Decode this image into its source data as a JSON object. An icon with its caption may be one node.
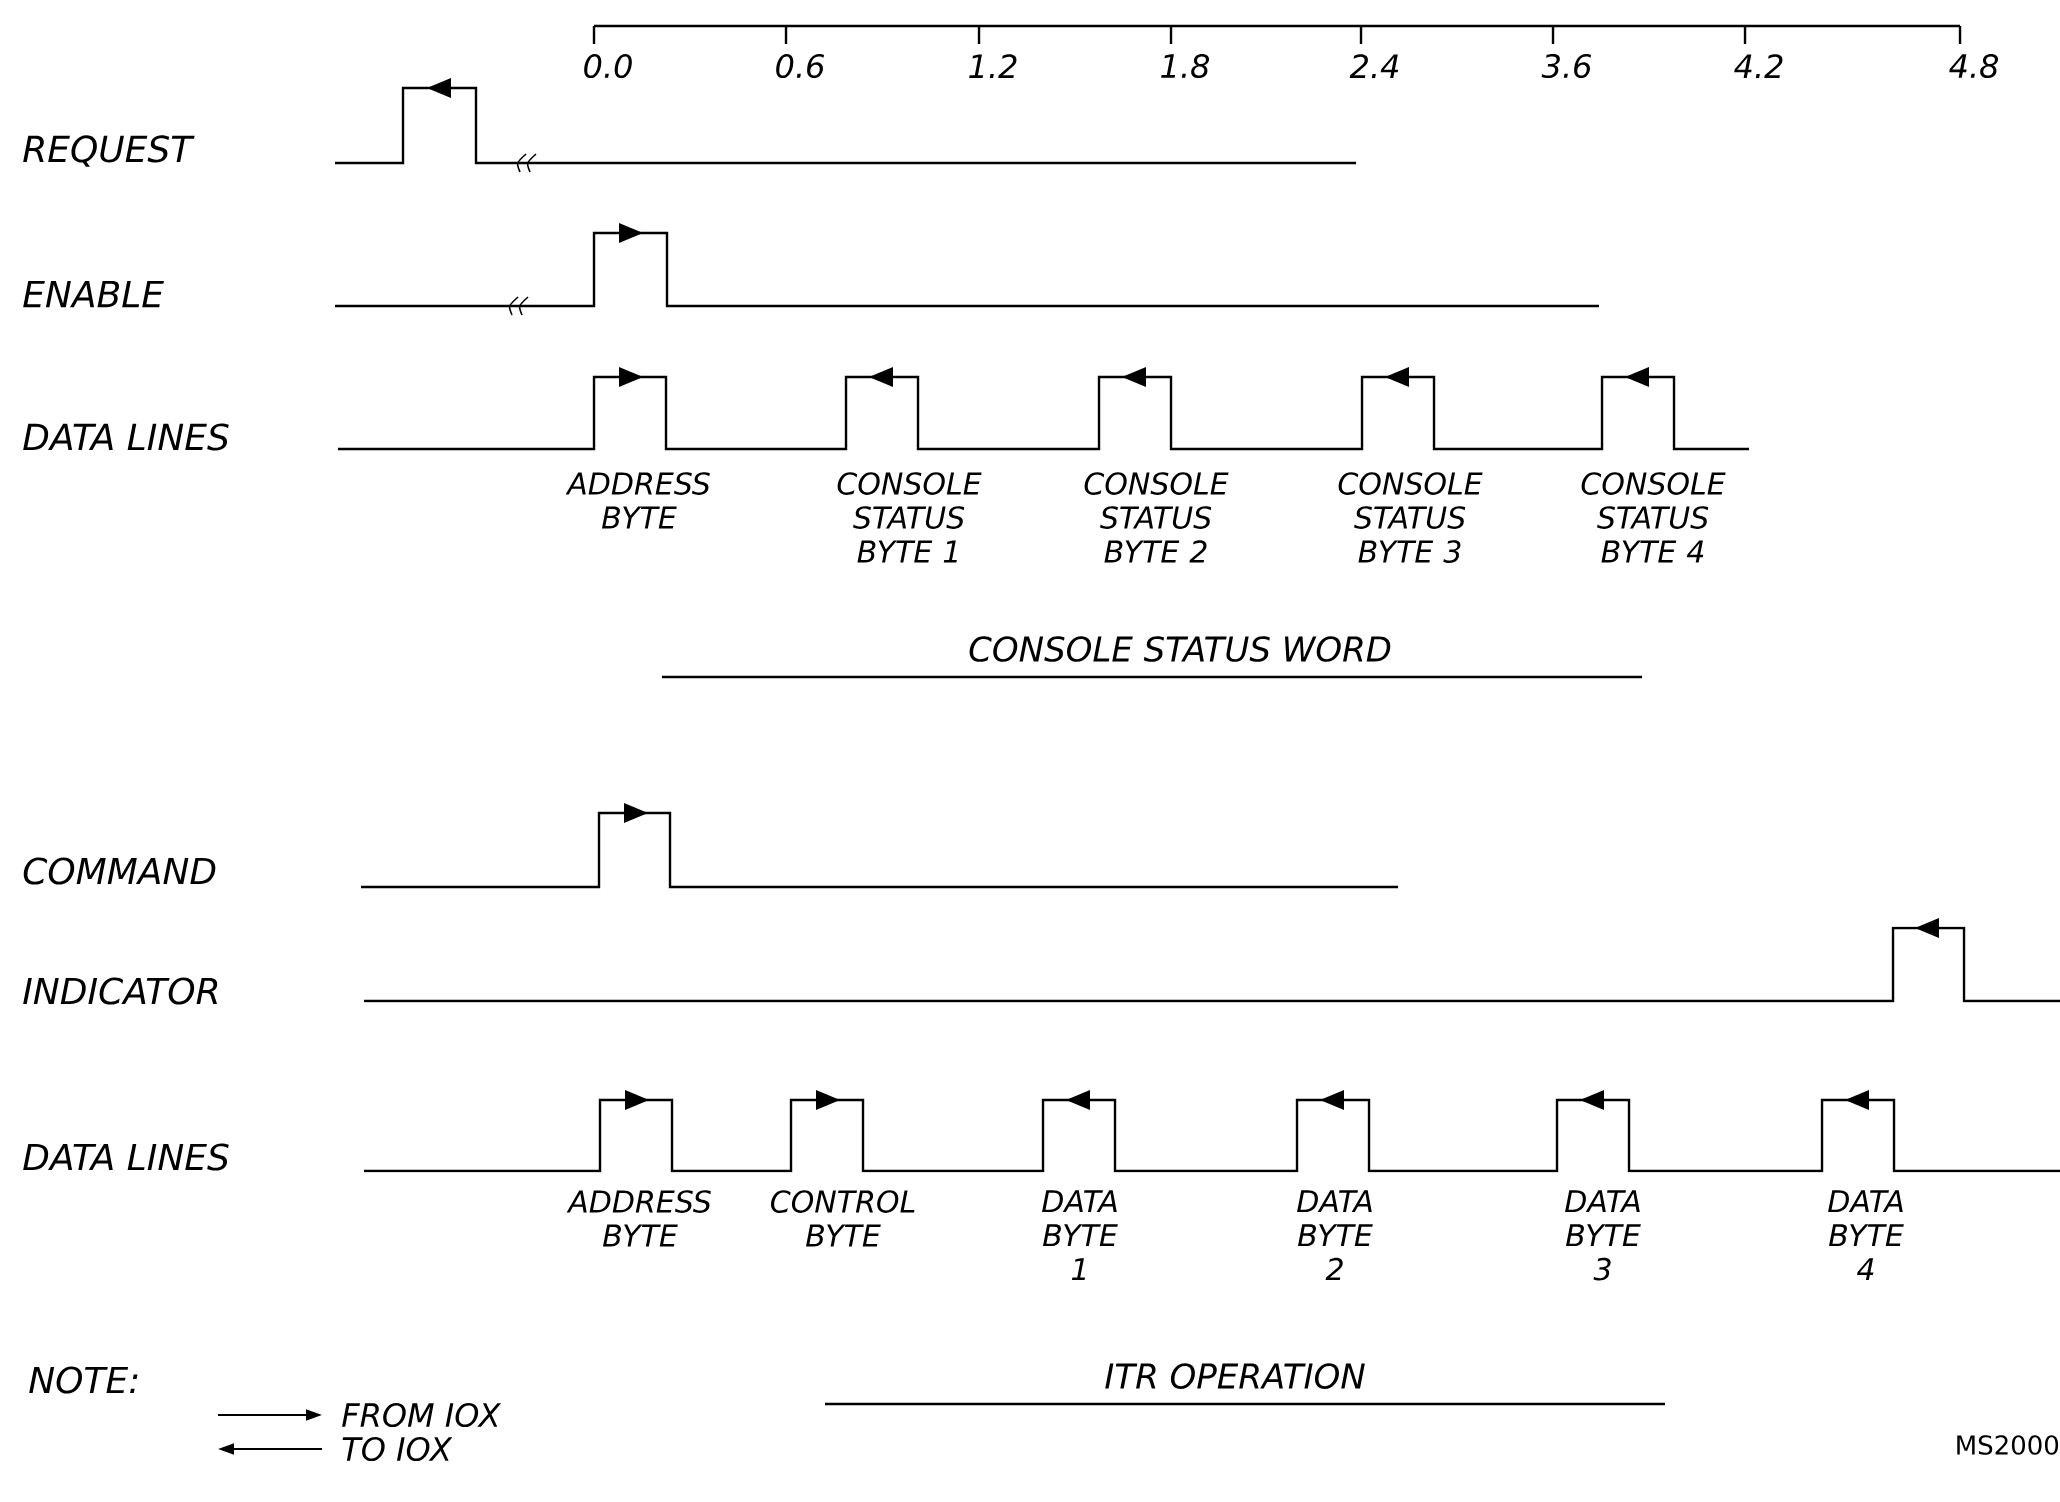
{
  "diagram": {
    "labels": [
      "0.0",
      "0.6",
      "1.2",
      "1.8",
      "2.4",
      "3.6",
      "4.2",
      "4.8",
      "REQUEST",
      "ENABLE",
      "DATA LINES",
      "ADDRESS BYTE",
      "CONSOLE STATUS BYTE 1",
      "CONSOLE STATUS BYTE 2",
      "CONSOLE STATUS BYTE 3",
      "CONSOLE STATUS BYTE 4",
      "CONSOLE STATUS WORD",
      "COMMAND",
      "INDICATOR",
      "DATA LINES",
      "ADDRESS BYTE",
      "CONTROL BYTE",
      "DATA BYTE 1",
      "DATA BYTE 2",
      "DATA BYTE 3",
      "DATA BYTE 4",
      "NOTE:",
      "ITR OPERATION",
      "MS2000"
    ],
    "legend": [
      {
        "text": "FROM IOX"
      },
      {
        "text": "TO IOX"
      }
    ]
  }
}
